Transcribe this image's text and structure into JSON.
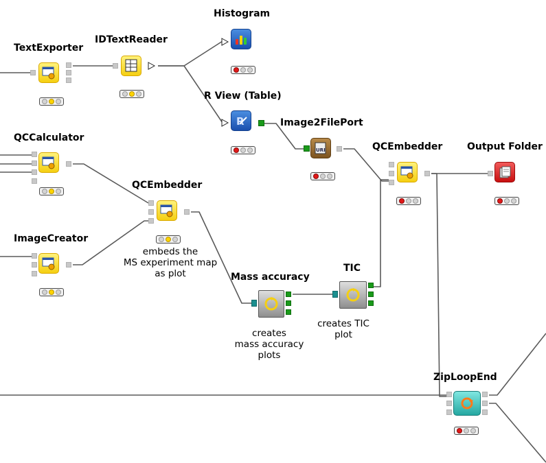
{
  "workflow": {
    "nodes": [
      {
        "id": "textexporter",
        "title": "TextExporter",
        "icon": "gear-table-icon",
        "status": "yellow"
      },
      {
        "id": "idtextreader",
        "title": "IDTextReader",
        "icon": "uri-table-icon",
        "status": "yellow"
      },
      {
        "id": "histogram",
        "title": "Histogram",
        "icon": "bar-chart-icon",
        "status": "red"
      },
      {
        "id": "rview",
        "title": "R View (Table)",
        "icon": "r-icon",
        "status": "red"
      },
      {
        "id": "image2fileport",
        "title": "Image2FilePort",
        "icon": "uri-icon",
        "status": "red"
      },
      {
        "id": "qccalculator",
        "title": "QCCalculator",
        "icon": "gear-table-icon",
        "status": "yellow"
      },
      {
        "id": "qcembedder1",
        "title": "QCEmbedder",
        "icon": "gear-table-icon",
        "status": "yellow"
      },
      {
        "id": "imagecreator",
        "title": "ImageCreator",
        "icon": "gear-table-icon",
        "status": "yellow"
      },
      {
        "id": "massaccuracy",
        "title": "Mass accuracy",
        "icon": "loop-icon",
        "status": "none"
      },
      {
        "id": "tic",
        "title": "TIC",
        "icon": "loop-icon",
        "status": "none"
      },
      {
        "id": "qcembedder2",
        "title": "QCEmbedder",
        "icon": "gear-table-icon",
        "status": "red"
      },
      {
        "id": "outputfolder",
        "title": "Output Folder",
        "icon": "folder-icon",
        "status": "red"
      },
      {
        "id": "ziploopend",
        "title": "ZipLoopEnd",
        "icon": "loop-end-icon",
        "status": "red"
      }
    ],
    "annotations": {
      "qcembedder1": [
        "embeds the",
        "MS experiment map",
        "as plot"
      ],
      "massaccuracy": [
        "creates",
        "mass accuracy",
        "plots"
      ],
      "tic": [
        "creates TIC",
        "plot"
      ]
    },
    "colors": {
      "node_yellow": "#f5cf12",
      "node_blue": "#1a4fae",
      "node_brown": "#7d5420",
      "node_red": "#c80f0f",
      "node_teal": "#25a8a2",
      "port_green": "#1a9a1a",
      "status_red": "#e01919",
      "status_yellow": "#ffd400",
      "wire": "#555555"
    }
  }
}
